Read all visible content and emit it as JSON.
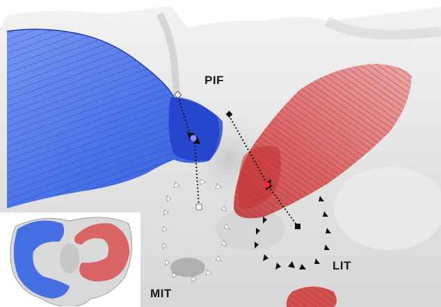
{
  "figure": {
    "labels": {
      "pif": "PIF",
      "lit": "LIT",
      "mit": "MIT"
    },
    "colors": {
      "bone_light": "#e6e6e6",
      "bone_dark": "#9a9a9a",
      "medial_meniscus": "#2f5fe0",
      "medial_meniscus_dark": "#1f3fc0",
      "lateral_meniscus": "#d84646",
      "lateral_meniscus_dark": "#b22a2a",
      "marker_white": "#ffffff",
      "marker_black": "#111111",
      "centroid_medial": "#9a8cff",
      "centroid_lateral": "#ff2a2a"
    },
    "elements": [
      "tibial-plateau-surface",
      "medial-meniscus-mesh",
      "lateral-meniscus-mesh",
      "posterior-intercondylar-fossa-marker",
      "medial-intercondylar-tubercle-markers",
      "lateral-intercondylar-tubercle-markers",
      "dotted-distance-arrows",
      "overview-inset"
    ]
  }
}
